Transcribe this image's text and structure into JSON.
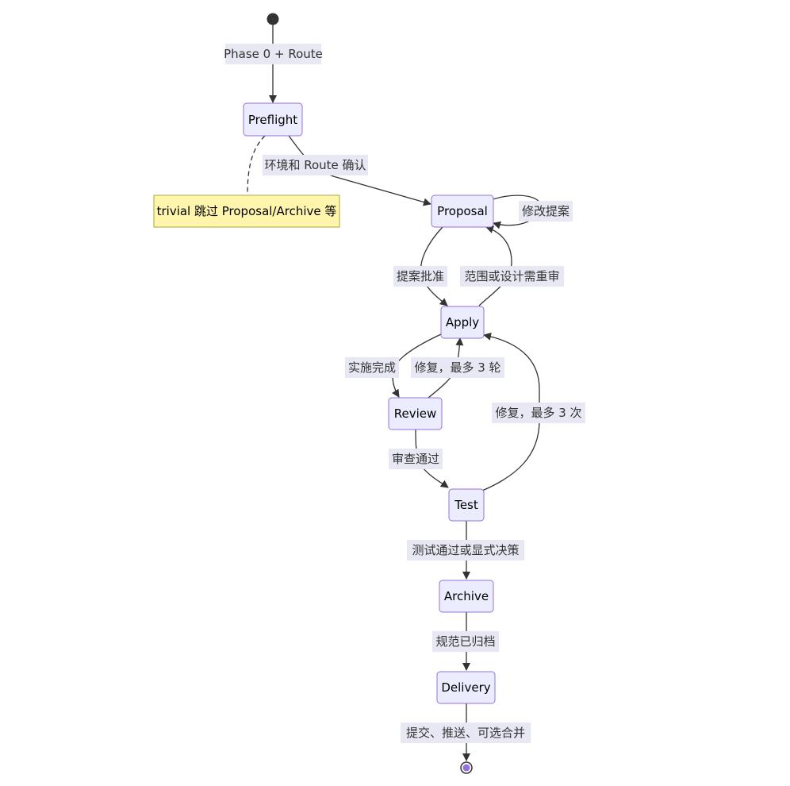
{
  "states": {
    "preflight": "Preflight",
    "proposal": "Proposal",
    "apply": "Apply",
    "review": "Review",
    "test": "Test",
    "archive": "Archive",
    "delivery": "Delivery"
  },
  "note": "trivial 跳过 Proposal/Archive 等",
  "transitions": {
    "start_to_preflight": "Phase 0 + Route",
    "preflight_to_proposal": "环境和 Route 确认",
    "proposal_self": "修改提案",
    "proposal_to_apply": "提案批准",
    "apply_to_proposal": "范围或设计需重审",
    "apply_to_review": "实施完成",
    "review_to_apply": "修复，最多 3 轮",
    "test_to_apply": "修复，最多 3 次",
    "review_to_test": "审查通过",
    "test_to_archive": "测试通过或显式决策",
    "archive_to_delivery": "规范已归档",
    "delivery_to_end": "提交、推送、可选合并"
  },
  "colors": {
    "state_fill": "#ececff",
    "state_stroke": "#9370db",
    "note_fill": "#fff5ad",
    "note_stroke": "#aaaa33",
    "edge": "#333333",
    "label_bg": "#e8e8f4",
    "start_node": "#333333",
    "end_node_inner": "#9370db"
  }
}
